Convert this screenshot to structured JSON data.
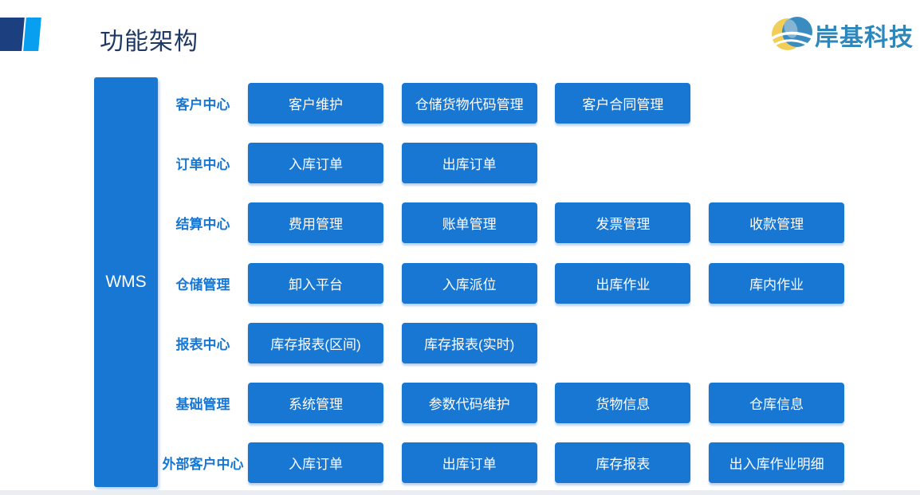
{
  "page": {
    "title": "功能架构",
    "logo_text": "岸基科技"
  },
  "root_node": {
    "label": "WMS"
  },
  "rows": [
    {
      "label": "客户中心",
      "items": [
        "客户维护",
        "仓储货物代码管理",
        "客户合同管理"
      ]
    },
    {
      "label": "订单中心",
      "items": [
        "入库订单",
        "出库订单"
      ]
    },
    {
      "label": "结算中心",
      "items": [
        "费用管理",
        "账单管理",
        "发票管理",
        "收款管理"
      ]
    },
    {
      "label": "仓储管理",
      "items": [
        "卸入平台",
        "入库派位",
        "出库作业",
        "库内作业"
      ]
    },
    {
      "label": "报表中心",
      "items": [
        "库存报表(区间)",
        "库存报表(实时)"
      ]
    },
    {
      "label": "基础管理",
      "items": [
        "系统管理",
        "参数代码维护",
        "货物信息",
        "仓库信息"
      ]
    },
    {
      "label": "外部客户中心",
      "items": [
        "入库订单",
        "出库订单",
        "库存报表",
        "出入库作业明细"
      ]
    }
  ],
  "colors": {
    "box_blue": "#1877d3",
    "title_navy": "#1f3864",
    "accent_dark": "#1b3f7f",
    "accent_light": "#089ff0",
    "logo_blue": "#2e87ba",
    "logo_yellow": "#f1ce58",
    "logo_globe_blue": "#3a8cc0",
    "shadow": "rgba(141,175,226,0.55)"
  }
}
